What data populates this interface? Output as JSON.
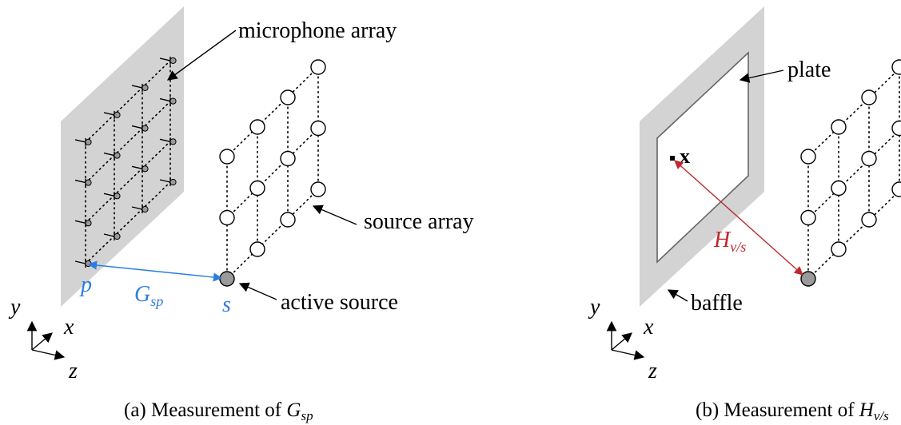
{
  "panel_a": {
    "microphone_array_label": "microphone array",
    "source_array_label": "source array",
    "active_source_label": "active source",
    "point_p": "p",
    "transfer_g": "G",
    "transfer_g_sub": "sp",
    "point_s": "s",
    "axis_y": "y",
    "axis_x": "x",
    "axis_z": "z",
    "caption_prefix": "(a) Measurement of ",
    "caption_symbol": "G",
    "caption_sub": "sp"
  },
  "panel_b": {
    "plate_label": "plate",
    "baffle_label": "baffle",
    "point_x": "x",
    "transfer_h": "H",
    "transfer_h_sub": "v/s",
    "axis_y": "y",
    "axis_x": "x",
    "axis_z": "z",
    "caption_prefix": "(b) Measurement of ",
    "caption_symbol": "H",
    "caption_sub": "v/s"
  },
  "colors": {
    "baffle_gray": "#d3d3d3",
    "source_fill_active": "#9a9a9a",
    "g_arrow_blue": "#2b7de1",
    "h_arrow_red": "#c0272d"
  }
}
